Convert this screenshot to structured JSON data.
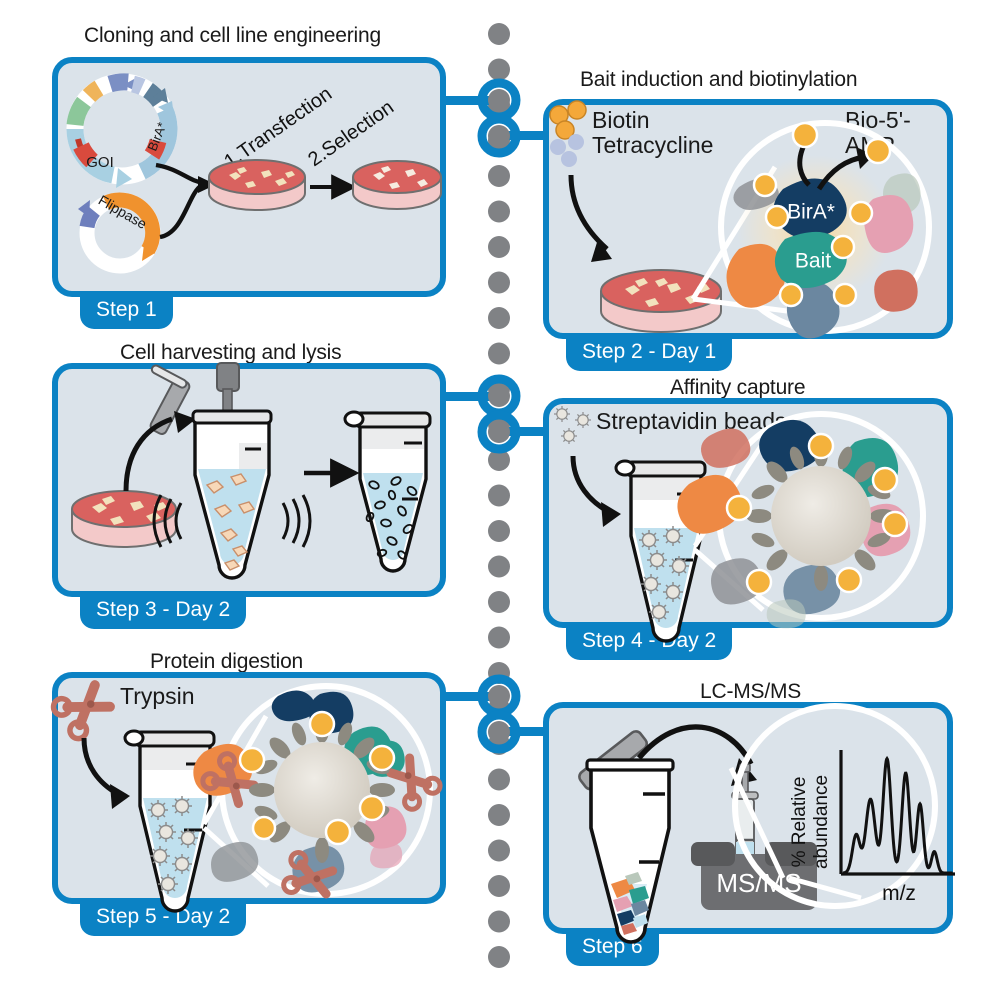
{
  "figure": {
    "kind": "proximity-labeling-workflow-diagram",
    "background_color": "#ffffff",
    "accent_color": "#0b82c4",
    "panel_fill": "#dbe3ea",
    "timeline_dot_color": "#808285"
  },
  "timeline": {
    "name": "vertical-dotted-timeline",
    "dot_color": "#808285",
    "connector_color": "#0b82c4",
    "dot_count": 27
  },
  "panels": [
    {
      "id": "step1",
      "title": "Cloning and cell line engineering",
      "step_label": "Step 1",
      "labels": {
        "arrow1": "1.Transfection",
        "arrow2": "2.Selection",
        "plasmid_gene": "GOI",
        "plasmid_enzyme": "BirA*",
        "plasmid_helper": "Flippase"
      }
    },
    {
      "id": "step2",
      "title": "Bait induction and biotinylation",
      "step_label": "Step 2 - Day 1",
      "labels": {
        "reagent_1": "Biotin",
        "reagent_2": "Tetracycline",
        "product_line1": "Bio-5'-",
        "product_line2": "AMP",
        "enzyme": "BirA*",
        "bait": "Bait"
      },
      "colors": {
        "biotin": "#f4a83a",
        "tetracycline": "#b7c3e0",
        "enzyme": "#143d63",
        "bait": "#2a9d8f"
      }
    },
    {
      "id": "step3",
      "title": "Cell harvesting and lysis",
      "step_label": "Step 3 - Day 2",
      "labels": {}
    },
    {
      "id": "step4",
      "title": "Affinity capture",
      "step_label": "Step 4 - Day 2",
      "labels": {
        "reagent": "Streptavidin beads"
      }
    },
    {
      "id": "step5",
      "title": "Protein digestion",
      "step_label": "Step 5 - Day 2",
      "labels": {
        "reagent": "Trypsin"
      }
    },
    {
      "id": "step6",
      "title": "LC-MS/MS",
      "step_label": "Step 6",
      "labels": {
        "instrument": "MS/MS"
      }
    }
  ],
  "chart_data": {
    "type": "line",
    "title": "",
    "xlabel": "m/z",
    "ylabel": "% Relative abundance",
    "ylabel_line1": "% Relative",
    "ylabel_line2": "abundance",
    "grid": false,
    "legend": false,
    "xlim": [
      0,
      100
    ],
    "ylim": [
      0,
      100
    ],
    "peaks": [
      {
        "center": 12,
        "height": 32,
        "width": 3.4
      },
      {
        "center": 25,
        "height": 62,
        "width": 4.2
      },
      {
        "center": 40,
        "height": 96,
        "width": 3.6
      },
      {
        "center": 57,
        "height": 84,
        "width": 3.4
      },
      {
        "center": 70,
        "height": 58,
        "width": 3.0
      },
      {
        "center": 83,
        "height": 18,
        "width": 2.6
      }
    ]
  },
  "palette": {
    "protein_navy": "#143d63",
    "protein_teal": "#2a9d8f",
    "protein_orange": "#ee8944",
    "protein_red": "#d0705f",
    "protein_pink": "#e5a0b2",
    "protein_slate": "#6b87a0",
    "protein_gray": "#8f9296",
    "protein_sage": "#b9c8bb",
    "biotin_yellow": "#f4b23c",
    "bead_gray": "#d9d4cc",
    "tube_liquid": "#bfe0ee",
    "dish_media": "#d9625f",
    "dish_rim": "#f0c3c3",
    "trypsin": "#bf7163",
    "instrument_gray": "#6d6e71"
  }
}
